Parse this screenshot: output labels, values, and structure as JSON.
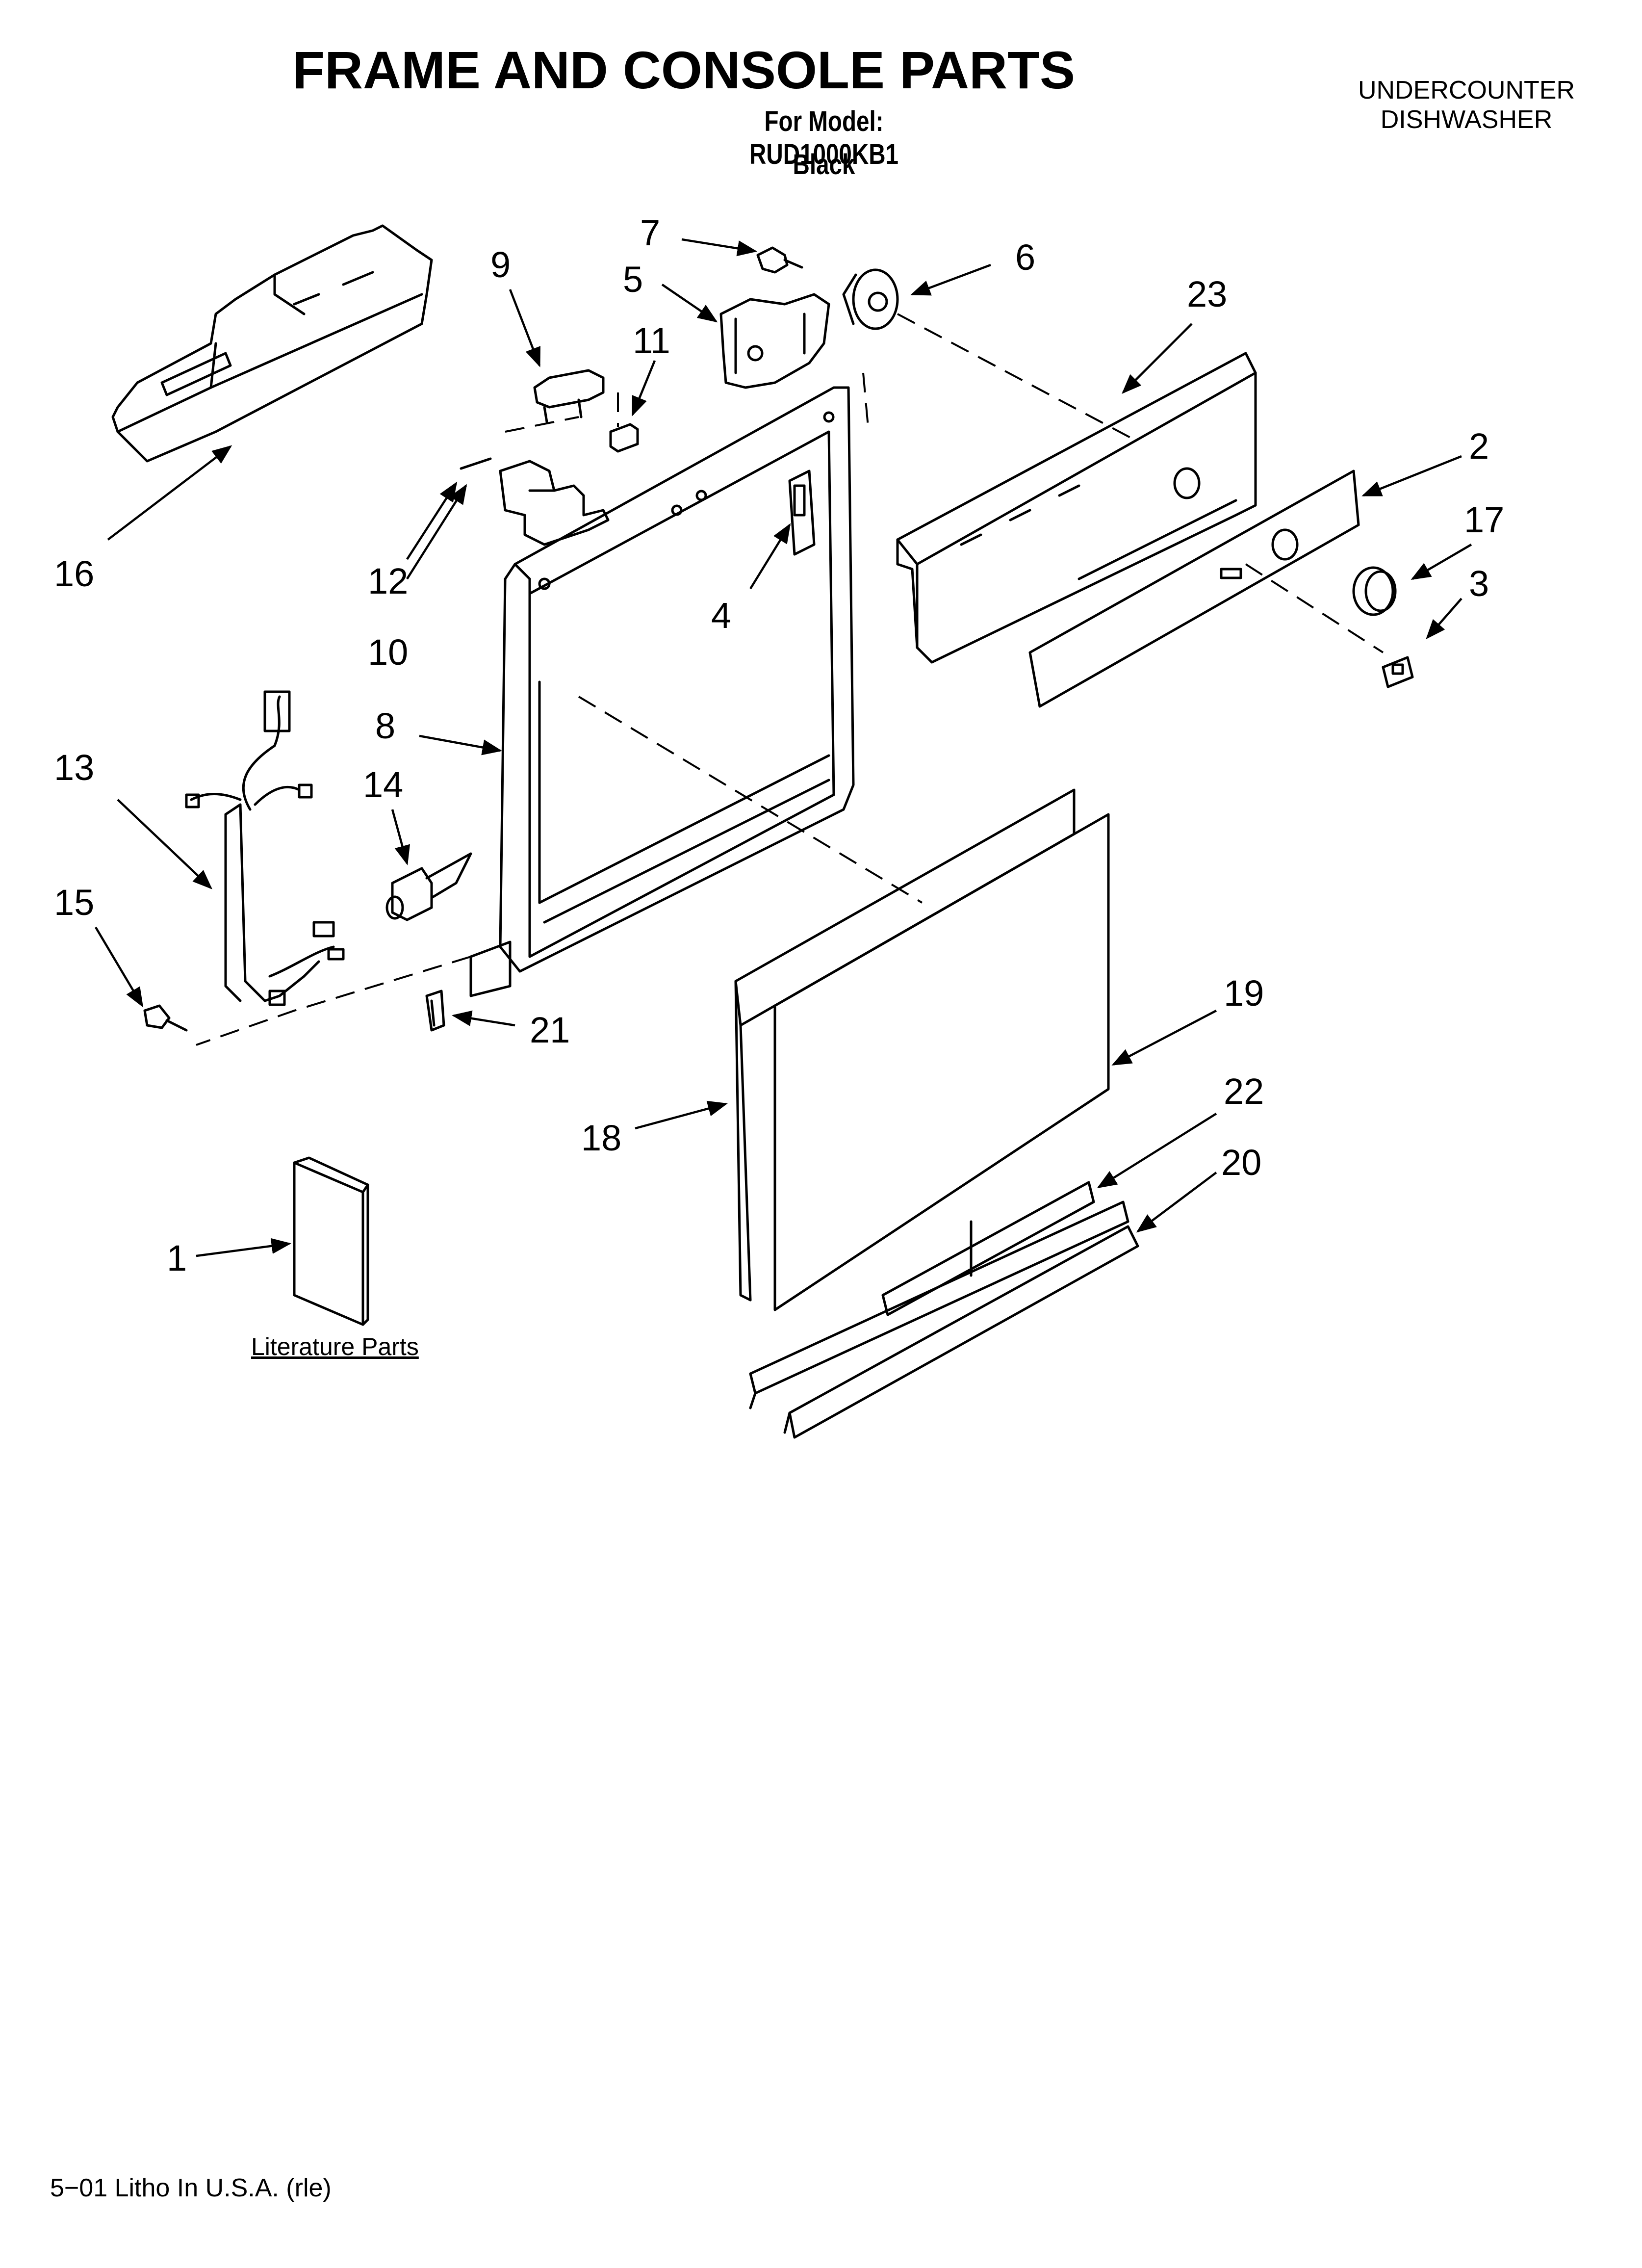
{
  "header": {
    "title": "FRAME AND CONSOLE PARTS",
    "model": "For Model: RUD1000KB1",
    "color": "Black",
    "appliance_line1": "UNDERCOUNTER",
    "appliance_line2": "DISHWASHER"
  },
  "diagram": {
    "part_numbers": [
      "1",
      "2",
      "3",
      "4",
      "5",
      "6",
      "7",
      "8",
      "9",
      "10",
      "11",
      "12",
      "13",
      "14",
      "15",
      "16",
      "17",
      "18",
      "19",
      "20",
      "21",
      "22",
      "23"
    ],
    "literature_label": "Literature Parts"
  },
  "footer": {
    "print_info": "5−01 Litho In U.S.A. (rle)"
  },
  "colors": {
    "ink": "#000000",
    "paper": "#ffffff"
  }
}
